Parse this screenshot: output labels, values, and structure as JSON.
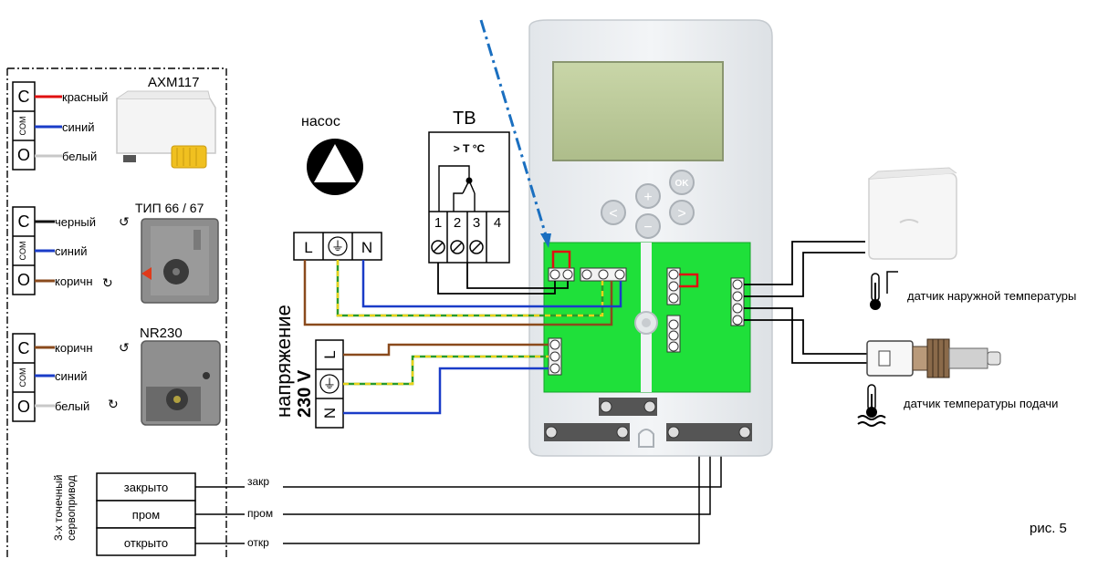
{
  "actuators": {
    "axm117": {
      "title": "AXM117",
      "terminals": [
        "C",
        "COM",
        "O"
      ],
      "wires": [
        "красный",
        "синий",
        "белый"
      ]
    },
    "tip": {
      "title": "ТИП 66 / 67",
      "terminals": [
        "C",
        "COM",
        "O"
      ],
      "wires": [
        "черный",
        "синий",
        "коричн"
      ]
    },
    "nr230": {
      "title": "NR230",
      "terminals": [
        "C",
        "COM",
        "O"
      ],
      "wires": [
        "коричн",
        "синий",
        "белый"
      ]
    }
  },
  "servo": {
    "vertical_label_1": "3-х точечный",
    "vertical_label_2": "сервопривод",
    "boxes": [
      "закрыто",
      "пром",
      "открыто"
    ],
    "lines": [
      "закр",
      "пром",
      "откр"
    ]
  },
  "pump": {
    "label": "насос"
  },
  "tb": {
    "title": "ТВ",
    "threshold": "> T °C",
    "terminals": [
      "1",
      "2",
      "3",
      "4"
    ]
  },
  "power_strip": {
    "terminals": [
      "L",
      "⏚",
      "N"
    ]
  },
  "supply": {
    "line1": "напряжение",
    "line2": "230 V",
    "terminals": [
      "L",
      "⏚",
      "N"
    ]
  },
  "controller": {
    "buttons": [
      "<",
      "+",
      "−",
      ">",
      "OK"
    ]
  },
  "sensors": {
    "outdoor": "датчик наружной температуры",
    "supply_temp": "датчик температуры подачи"
  },
  "figure_label": "рис. 5",
  "colors": {
    "board": "#1fe03a",
    "red_wire": "#e01010",
    "blue_wire": "#1a3cc8",
    "brown_wire": "#8a4a1c",
    "earth_yellow": "#e8d21a",
    "earth_green": "#2a9a2a",
    "arrow": "#1a6fc0"
  }
}
